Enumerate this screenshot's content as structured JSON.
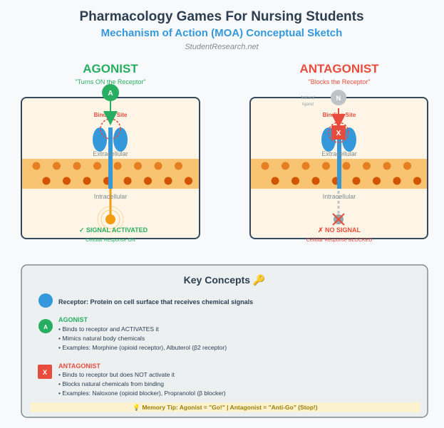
{
  "header": {
    "title": "Pharmacology Games For Nursing Students",
    "subtitle": "Mechanism of Action (MOA) Conceptual Sketch",
    "source": "StudentResearch.net"
  },
  "agonist_panel": {
    "heading": "AGONIST",
    "tagline": "\"Turns ON the Receptor\"",
    "ligand_letter": "A",
    "binding_site": "Binding Site",
    "extracellular": "Extracellular",
    "intracellular": "Intracellular",
    "signal": "✓ SIGNAL ACTIVATED",
    "response": "Cellular Response ON"
  },
  "antagonist_panel": {
    "heading": "ANTAGONIST",
    "tagline": "\"Blocks the Receptor\"",
    "natural_letter": "N",
    "natural_label_1": "Natural",
    "natural_label_2": "ligand",
    "blocker_letter": "X",
    "binding_site": "Binding Site",
    "extracellular": "Extracellular",
    "intracellular": "Intracellular",
    "signal": "✗ NO SIGNAL",
    "response": "Cellular Response BLOCKED"
  },
  "key_concepts": {
    "title": "Key Concepts 🔑",
    "receptor": "Receptor: Protein on cell surface that receives chemical signals",
    "agonist": {
      "icon_letter": "A",
      "label": "AGONIST",
      "bullets": [
        "• Binds to receptor and ACTIVATES it",
        "• Mimics natural body chemicals",
        "• Examples: Morphine (opioid receptor), Albuterol (β2 receptor)"
      ]
    },
    "antagonist": {
      "icon_letter": "X",
      "label": "ANTAGONIST",
      "bullets": [
        "• Binds to receptor but does NOT activate it",
        "• Blocks natural chemicals from binding",
        "• Examples: Naloxone (opioid blocker), Propranolol (β blocker)"
      ]
    },
    "memory_tip": "💡 Memory Tip: Agonist = \"Go!\" | Antagonist = \"Anti-Go\" (Stop!)"
  },
  "colors": {
    "agonist": "#27ae60",
    "antagonist": "#e74c3c",
    "receptor": "#3498db",
    "signal": "#f39c12",
    "membrane": "#f8c471",
    "title": "#2c3e50"
  }
}
